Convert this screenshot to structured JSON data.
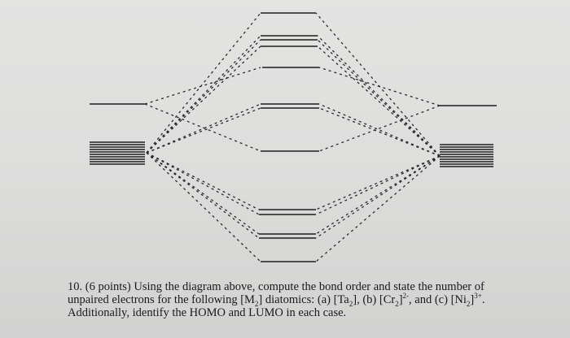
{
  "colors": {
    "ink": "#1e1e1e",
    "paper": "#dededd"
  },
  "question": {
    "line1": "10. (6 points) Using the diagram above, compute the bond order and state the number of",
    "line2": {
      "pre": "unpaired electrons for the following [M",
      "m_sub": "2",
      "mid1": "] diatomics: (a) [Ta",
      "ta_sub": "2",
      "mid2": "], (b) [Cr",
      "cr_sub": "2",
      "mid3": "]",
      "cr_sup": "2-",
      "mid4": ", and (c) [Ni",
      "ni_sub": "2",
      "mid5": "]",
      "ni_sup": "3+",
      "post": "."
    },
    "line3": "Additionally, identify the HOMO and LUMO in each case."
  }
}
